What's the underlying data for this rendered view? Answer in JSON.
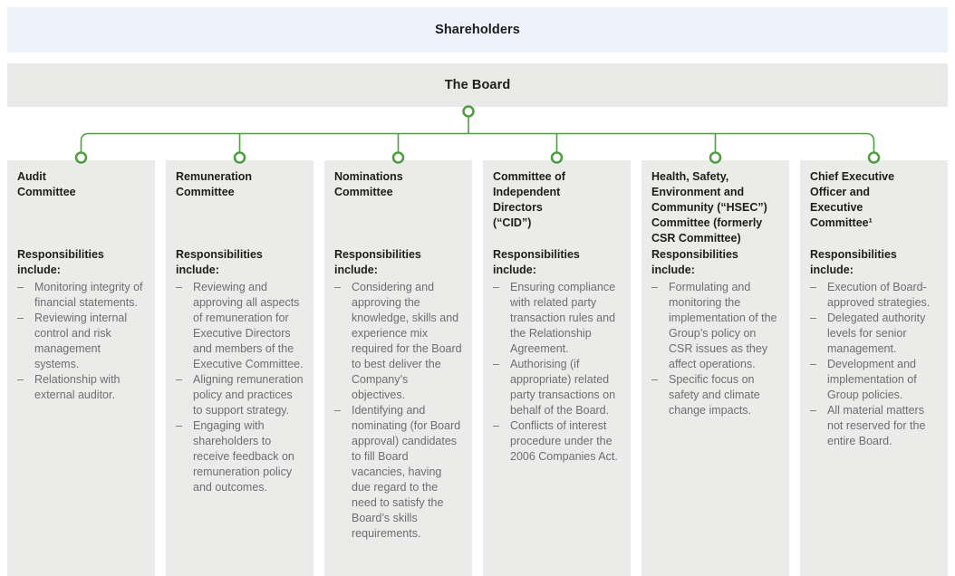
{
  "banners": {
    "shareholders": {
      "label": "Shareholders",
      "bg": "#eef2fb"
    },
    "board": {
      "label": "The Board",
      "bg": "#e9eae8"
    }
  },
  "connector": {
    "color": "#509e42",
    "node_fill": "#ffffff"
  },
  "responsibilities_heading": "Responsibilities include:",
  "bullet": "–",
  "committees": [
    {
      "title": "Audit\nCommittee",
      "items": [
        "Monitoring integrity of financial statements.",
        "Reviewing internal control and risk management systems.",
        "Relationship with external auditor."
      ]
    },
    {
      "title": "Remuneration\nCommittee",
      "items": [
        "Reviewing and approving all aspects of remuneration for Executive Directors and members of the Executive Committee.",
        "Aligning remuneration policy and practices to support strategy.",
        "Engaging with shareholders to receive feedback on remuneration policy and outcomes."
      ]
    },
    {
      "title": "Nominations\nCommittee",
      "items": [
        "Considering and approving the knowledge, skills and experience mix required for the Board to best deliver the Company’s objectives.",
        "Identifying and nominating (for Board approval) candidates to fill Board vacancies, having due regard to the need to satisfy the Board’s skills requirements."
      ]
    },
    {
      "title": "Committee of\nIndependent\nDirectors\n(“CID”)",
      "items": [
        "Ensuring compliance with related party transaction rules and the Relationship Agreement.",
        "Authorising (if appropriate) related party transactions on behalf of the Board.",
        "Conflicts of interest procedure under the 2006 Companies Act."
      ]
    },
    {
      "title": "Health, Safety,\nEnvironment and\nCommunity (“HSEC”)\nCommittee (formerly\nCSR Committee)",
      "items": [
        "Formulating and monitoring the implementation of the Group’s policy on CSR issues as they affect operations.",
        "Specific focus on safety and climate change impacts."
      ]
    },
    {
      "title": "Chief Executive\nOfficer and\nExecutive\nCommittee¹",
      "items": [
        "Execution of Board-approved strategies.",
        "Delegated authority levels for senior management.",
        "Development and implementation of Group policies.",
        "All material matters not reserved for the entire Board."
      ]
    }
  ]
}
